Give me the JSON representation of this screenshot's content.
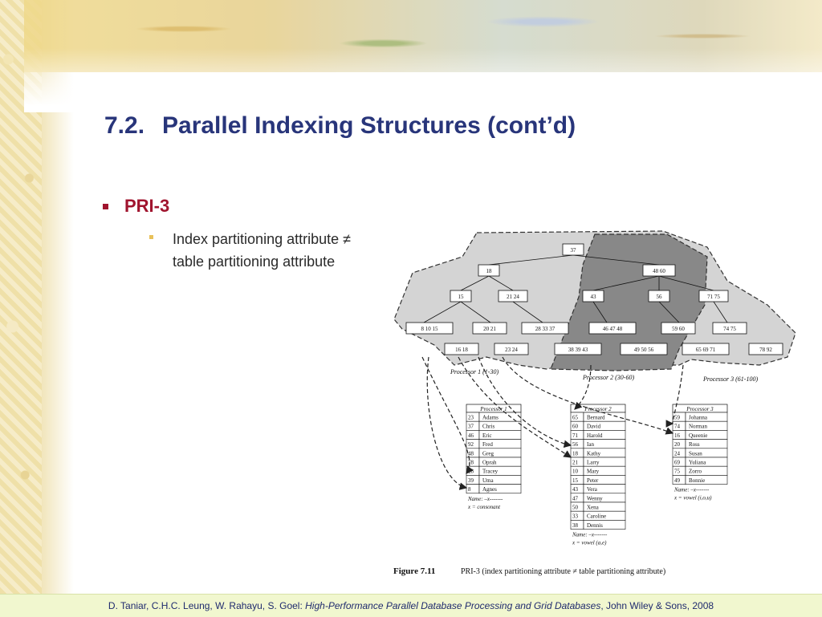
{
  "slide": {
    "title_number": "7.2.",
    "title_text": "Parallel Indexing Structures (cont’d)",
    "bullet1": "PRI-3",
    "bullet2_line1": "Index partitioning attribute ≠",
    "bullet2_line2": "table partitioning attribute"
  },
  "figure": {
    "caption_label": "Figure 7.11",
    "caption_text": "PRI-3 (index partitioning attribute ≠ table partitioning attribute)",
    "region_labels": [
      "Processor 1 (1-30)",
      "Processor 2 (30-60)",
      "Processor 3 (61-100)"
    ],
    "tree": {
      "root": "37",
      "level2": [
        "18",
        "48 60"
      ],
      "level3": [
        "15",
        "21 24",
        "43",
        "56",
        "71 75"
      ],
      "leaves_upper": [
        "8 10 15",
        "20 21",
        "28 33 37",
        "46 47 48",
        "59 60",
        "74 75"
      ],
      "leaves_lower": [
        "16 18",
        "23 24",
        "38 39 43",
        "49 50 56",
        "65 69 71",
        "78 92"
      ]
    },
    "tables": [
      {
        "header": "Processor 1",
        "rows": [
          [
            "23",
            "Adams"
          ],
          [
            "37",
            "Chris"
          ],
          [
            "46",
            "Eric"
          ],
          [
            "92",
            "Fred"
          ],
          [
            "48",
            "Greg"
          ],
          [
            "78",
            "Oprah"
          ],
          [
            "28",
            "Tracey"
          ],
          [
            "39",
            "Uma"
          ],
          [
            "8",
            "Agnes"
          ]
        ],
        "note1": "Name: –x-------",
        "note2": "x = consonant"
      },
      {
        "header": "Processor 2",
        "rows": [
          [
            "65",
            "Bernard"
          ],
          [
            "60",
            "David"
          ],
          [
            "71",
            "Harold"
          ],
          [
            "56",
            "Ian"
          ],
          [
            "18",
            "Kathy"
          ],
          [
            "21",
            "Larry"
          ],
          [
            "10",
            "Mary"
          ],
          [
            "15",
            "Peter"
          ],
          [
            "43",
            "Vera"
          ],
          [
            "47",
            "Wenny"
          ],
          [
            "50",
            "Xena"
          ],
          [
            "33",
            "Caroline"
          ],
          [
            "38",
            "Dennis"
          ]
        ],
        "note1": "Name: –x-------",
        "note2": "x = vowel (a,e)"
      },
      {
        "header": "Processor 3",
        "rows": [
          [
            "59",
            "Johanna"
          ],
          [
            "74",
            "Norman"
          ],
          [
            "16",
            "Queenie"
          ],
          [
            "20",
            "Ross"
          ],
          [
            "24",
            "Susan"
          ],
          [
            "69",
            "Yuliana"
          ],
          [
            "75",
            "Zorro"
          ],
          [
            "49",
            "Bonnie"
          ]
        ],
        "note1": "Name: –x-------",
        "note2": "x = vowel (i,o,u)"
      }
    ]
  },
  "footer": {
    "authors": "D. Taniar, C.H.C. Leung, W. Rahayu, S. Goel: ",
    "book": "High-Performance Parallel Database Processing and Grid Databases",
    "publisher": ", John Wiley & Sons, 2008"
  }
}
